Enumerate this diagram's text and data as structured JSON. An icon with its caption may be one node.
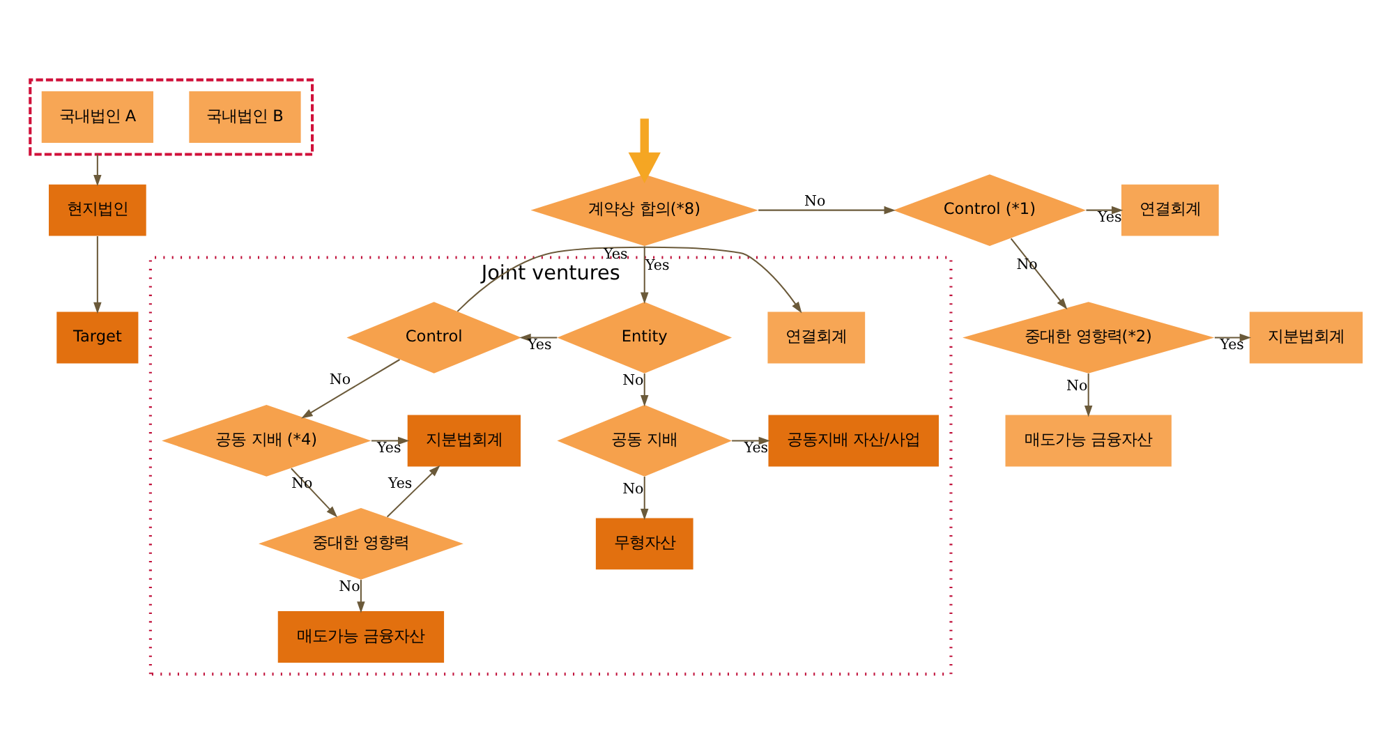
{
  "diagram": {
    "nodes": [
      {
        "text": [],
        "shape": "box"
      },
      {
        "text": [
          "국내법인 A"
        ],
        "in": 0
      },
      {
        "text": [
          "국내법인 B"
        ],
        "in": 0
      },
      {
        "text": [
          "현지법인"
        ]
      },
      {
        "text": [
          "Target"
        ]
      },
      {
        "text": [
          "계약상 합의(*8)"
        ]
      },
      {
        "text": [
          "Control (*1)"
        ]
      },
      {
        "text": [
          "연결회계"
        ]
      },
      {
        "text": [
          "중대한 영향력(*2)"
        ]
      },
      {
        "text": [
          "지분법회계"
        ]
      },
      {
        "text": [
          "매도가능 금융자산"
        ]
      },
      {
        "text": [
          "Joint ventures"
        ]
      },
      {
        "text": [
          "Entity"
        ],
        "in": 11
      },
      {
        "text": [
          "Control"
        ],
        "in": 11
      },
      {
        "text": [
          "연결회계"
        ],
        "in": 11
      },
      {
        "text": [
          "공동 지배 (*4)"
        ],
        "in": 11
      },
      {
        "text": [
          "지분법회계"
        ],
        "in": 11
      },
      {
        "text": [
          "중대한 영향력"
        ],
        "in": 11
      },
      {
        "text": [
          "매도가능 금융자산"
        ],
        "in": 11
      },
      {
        "text": [
          "공동 지배"
        ],
        "in": 11
      },
      {
        "text": [
          "공동지배 자산/사업"
        ],
        "in": 11
      },
      {
        "text": [
          "무형자산"
        ],
        "in": 11
      }
    ],
    "edges": [
      {
        "from": 0,
        "to": 3,
        "arrow": "to"
      },
      {
        "from": 3,
        "to": 4,
        "arrow": "to"
      },
      {
        "from": null,
        "to": 5,
        "arrow": "to",
        "style": "thick",
        "color": "#f5a623"
      },
      {
        "from": 5,
        "to": 6,
        "label": "No",
        "arrow": "to"
      },
      {
        "from": 6,
        "to": 7,
        "label": "Yes",
        "arrow": "to"
      },
      {
        "from": 6,
        "to": 8,
        "label": "No",
        "arrow": "to"
      },
      {
        "from": 8,
        "to": 9,
        "label": "Yes",
        "arrow": "to"
      },
      {
        "from": 8,
        "to": 10,
        "label": "No",
        "arrow": "to"
      },
      {
        "from": 5,
        "to": 12,
        "label": "Yes",
        "arrow": "to"
      },
      {
        "from": 12,
        "to": 13,
        "label": "Yes",
        "arrow": "to"
      },
      {
        "from": 13,
        "to": 14,
        "label": "Yes",
        "arrow": "to"
      },
      {
        "from": 13,
        "to": 15,
        "label": "No",
        "arrow": "to"
      },
      {
        "from": 15,
        "to": 16,
        "label": "Yes",
        "arrow": "to"
      },
      {
        "from": 15,
        "to": 17,
        "label": "No",
        "arrow": "to"
      },
      {
        "from": 17,
        "to": 16,
        "label": "Yes",
        "arrow": "to"
      },
      {
        "from": 17,
        "to": 18,
        "label": "No",
        "arrow": "to"
      },
      {
        "from": 12,
        "to": 19,
        "label": "No",
        "arrow": "to"
      },
      {
        "from": 19,
        "to": 20,
        "label": "Yes",
        "arrow": "to"
      },
      {
        "from": 19,
        "to": 21,
        "label": "No",
        "arrow": "to"
      }
    ]
  }
}
